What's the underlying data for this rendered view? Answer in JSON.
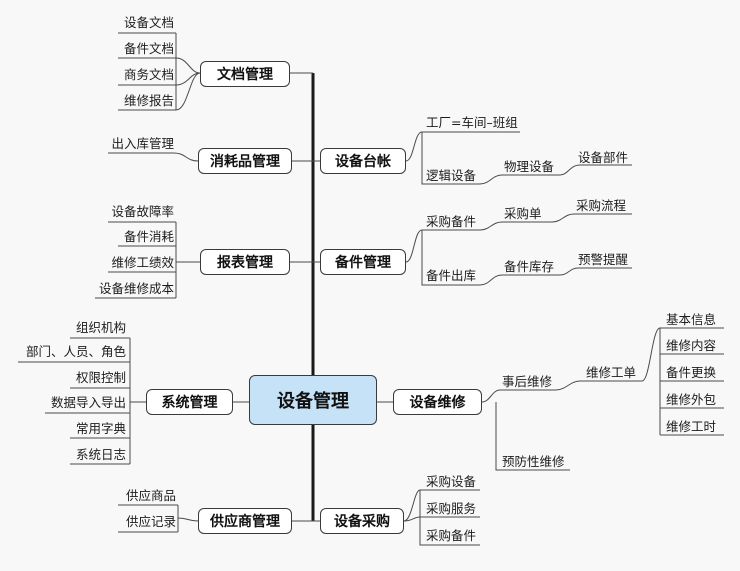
{
  "center": "设备管理",
  "branches": {
    "doc": {
      "label": "文档管理",
      "items": [
        "设备文档",
        "备件文档",
        "商务文档",
        "维修报告"
      ]
    },
    "consumable": {
      "label": "消耗品管理",
      "items": [
        "出入库管理"
      ]
    },
    "report": {
      "label": "报表管理",
      "items": [
        "设备故障率",
        "备件消耗",
        "维修工绩效",
        "设备维修成本"
      ]
    },
    "system": {
      "label": "系统管理",
      "items": [
        "组织机构",
        "部门、人员、角色",
        "权限控制",
        "数据导入导出",
        "常用字典",
        "系统日志"
      ]
    },
    "supplier": {
      "label": "供应商管理",
      "items": [
        "供应商品",
        "供应记录"
      ]
    },
    "ledger": {
      "label": "设备台帐",
      "factory": "工厂=车间–班组",
      "logic": "逻辑设备",
      "physical": "物理设备",
      "part": "设备部件"
    },
    "spare": {
      "label": "备件管理",
      "purchase": "采购备件",
      "order": "采购单",
      "flow": "采购流程",
      "out": "备件出库",
      "stock": "备件库存",
      "alert": "预警提醒"
    },
    "maintain": {
      "label": "设备维修",
      "after": "事后维修",
      "preventive": "预防性维修",
      "workorder": "维修工单",
      "workitems": [
        "基本信息",
        "维修内容",
        "备件更换",
        "维修外包",
        "维修工时"
      ]
    },
    "buy": {
      "label": "设备采购",
      "items": [
        "采购设备",
        "采购服务",
        "采购备件"
      ]
    }
  }
}
